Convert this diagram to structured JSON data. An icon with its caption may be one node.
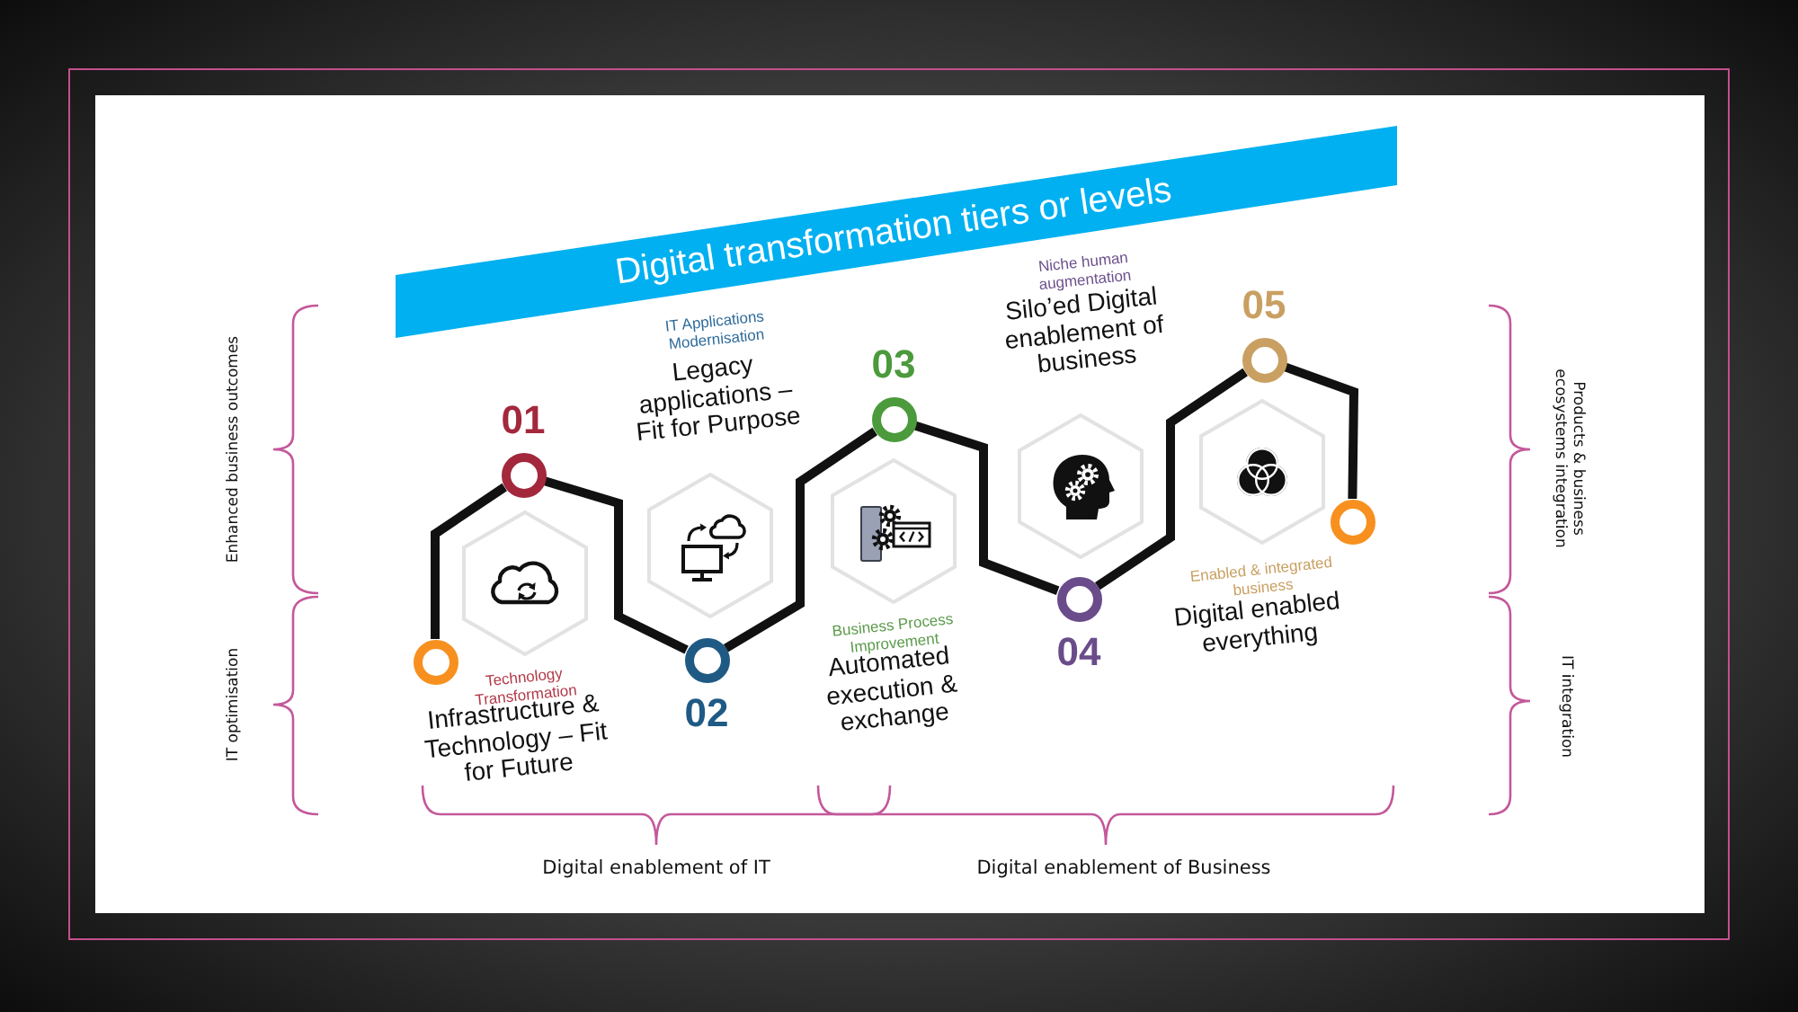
{
  "diagram": {
    "title": "Digital transformation tiers or levels",
    "nodes": [
      {
        "text": [],
        "shape": "circle"
      },
      {
        "text": [],
        "shape": "circle",
        "beside": [
          "01"
        ]
      },
      {
        "text": [],
        "shape": "circle",
        "beside": [
          "02"
        ]
      },
      {
        "text": [],
        "shape": "circle",
        "beside": [
          "03"
        ]
      },
      {
        "text": [],
        "shape": "circle",
        "beside": [
          "04"
        ]
      },
      {
        "text": [],
        "shape": "circle",
        "beside": [
          "05"
        ]
      },
      {
        "text": [],
        "shape": "circle"
      }
    ],
    "edges": [
      {
        "from": 0,
        "to": 1,
        "arrow": "none"
      },
      {
        "from": 1,
        "to": 2,
        "arrow": "none"
      },
      {
        "from": 2,
        "to": 3,
        "arrow": "none"
      },
      {
        "from": 3,
        "to": 4,
        "arrow": "none"
      },
      {
        "from": 4,
        "to": 5,
        "arrow": "none"
      },
      {
        "from": 5,
        "to": 6,
        "arrow": "none"
      }
    ],
    "labels": [
      "Enhanced business outcomes",
      "IT optimisation",
      "Technology Transformation",
      "Infrastructure & Technology – Fit for Future",
      "IT Applications Modernisation",
      "Legacy applications – Fit for Purpose",
      "Business Process Improvement",
      "Automated execution & exchange",
      "Niche human augmentation",
      "Silo’ed Digital enablement of business",
      "Enabled & integrated business",
      "Digital enabled everything",
      "Products & business ecosystems integration",
      "IT integration",
      "Digital enablement of IT",
      "Digital enablement of Business"
    ]
  }
}
